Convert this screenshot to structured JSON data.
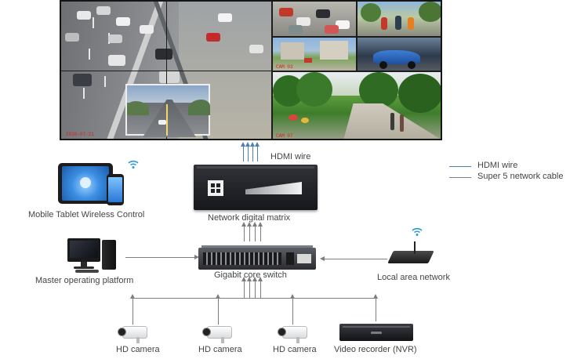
{
  "labels": {
    "hdmi_wire_top": "HDMI wire",
    "matrix": "Network digital matrix",
    "tablet": "Mobile Tablet Wireless Control",
    "master": "Master operating platform",
    "switch": "Gigabit core switch",
    "lan": "Local area network",
    "camera1": "HD camera",
    "camera2": "HD camera",
    "camera3": "HD camera",
    "nvr": "Video recorder (NVR)"
  },
  "legend": {
    "items": [
      {
        "label": "HDMI wire",
        "color": "#4d7fb3"
      },
      {
        "label": "Super 5 network cable",
        "color": "#7d7d7d"
      }
    ]
  },
  "icons": {
    "wifi_tablet": "wifi-icon",
    "wifi_lan": "wifi-icon"
  },
  "colors": {
    "hdmi_line": "#4d7fb3",
    "network_line": "#7d7d7d",
    "wall_frame": "#151515"
  }
}
